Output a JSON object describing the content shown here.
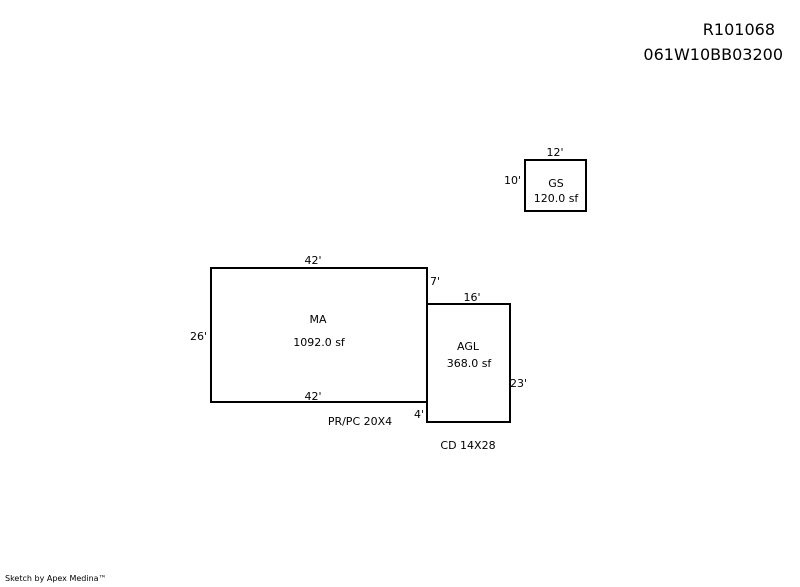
{
  "header": {
    "account": "R101068",
    "map_number": "061W10BB03200"
  },
  "areas": [
    {
      "code": "MA",
      "area": "1092.0 sf",
      "dims": {
        "top": "42'",
        "bottom": "42'",
        "left": "26'"
      }
    },
    {
      "code": "AGL",
      "area": "368.0 sf",
      "dims": {
        "top": "16'",
        "right": "23'",
        "offset_top": "7'",
        "offset_bottom": "4'"
      }
    },
    {
      "code": "GS",
      "area": "120.0 sf",
      "dims": {
        "top": "12'",
        "left": "10'"
      }
    }
  ],
  "notes": [
    "PR/PC 20X4",
    "CD 14X28"
  ],
  "credit": "Sketch by Apex Medina™"
}
